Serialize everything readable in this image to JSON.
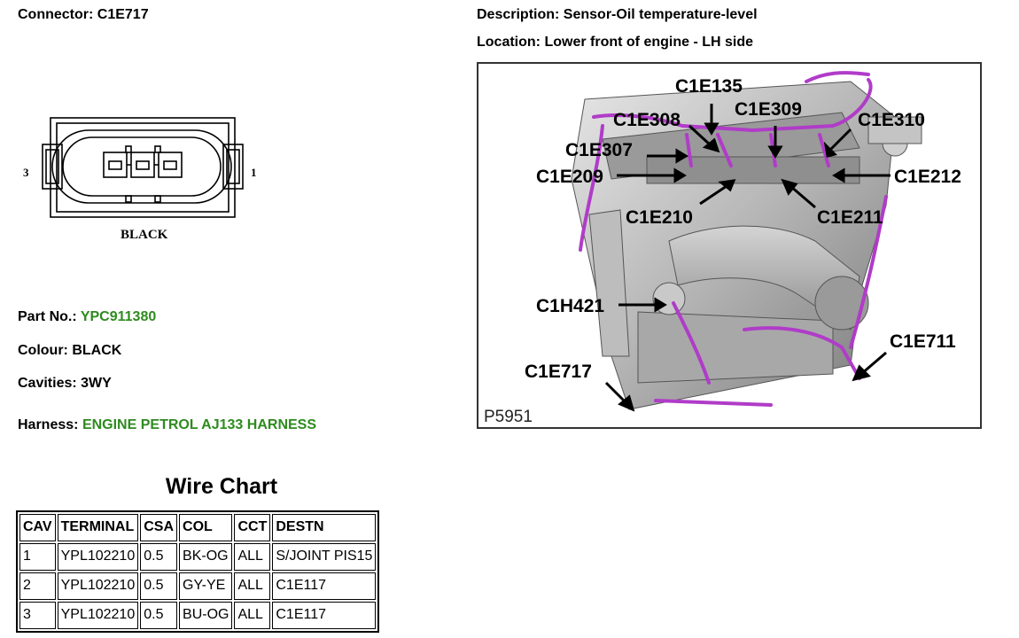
{
  "connector": {
    "label": "Connector:",
    "value": "C1E717"
  },
  "description": {
    "label": "Description:",
    "value": "Sensor-Oil temperature-level"
  },
  "location": {
    "label": "Location:",
    "value": "Lower front of engine - LH side"
  },
  "connector_figure": {
    "pin_left": "3",
    "pin_right": "1",
    "colour_caption": "BLACK"
  },
  "part_no": {
    "label": "Part No.:",
    "value": "YPC911380"
  },
  "colour": {
    "label": "Colour:",
    "value": "BLACK"
  },
  "cavities": {
    "label": "Cavities:",
    "value": "3WY"
  },
  "harness": {
    "label": "Harness:",
    "value": "ENGINE PETROL AJ133 HARNESS"
  },
  "engine_figure": {
    "figure_id": "P5951",
    "callouts": [
      "C1E135",
      "C1E308",
      "C1E309",
      "C1E310",
      "C1E307",
      "C1E209",
      "C1E212",
      "C1E210",
      "C1E211",
      "C1H421",
      "C1E711",
      "C1E717"
    ]
  },
  "colors": {
    "link_green": "#2e8b1f",
    "harness_purple": "#b03cc8"
  },
  "wire_chart": {
    "title": "Wire Chart",
    "headers": [
      "CAV",
      "TERMINAL",
      "CSA",
      "COL",
      "CCT",
      "DESTN"
    ],
    "rows": [
      [
        "1",
        "YPL102210",
        "0.5",
        "BK-OG",
        "ALL",
        "S/JOINT PIS15"
      ],
      [
        "2",
        "YPL102210",
        "0.5",
        "GY-YE",
        "ALL",
        "C1E117"
      ],
      [
        "3",
        "YPL102210",
        "0.5",
        "BU-OG",
        "ALL",
        "C1E117"
      ]
    ]
  }
}
